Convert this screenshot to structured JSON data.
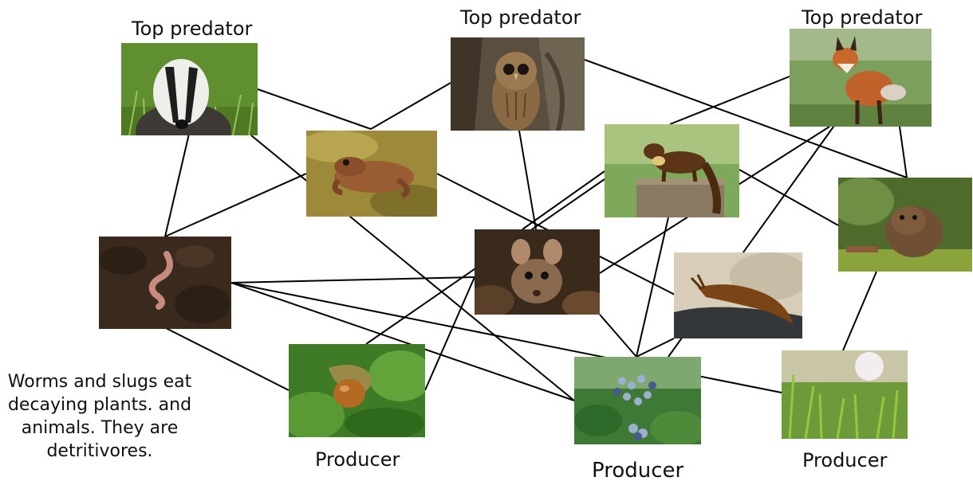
{
  "labels": {
    "badger": "Top predator",
    "owl": "Top predator",
    "fox": "Top predator",
    "hazel": "Producer",
    "blueberry": "Producer",
    "grass": "Producer"
  },
  "note": "Worms and slugs eat decaying plants. and animals. They are detritivores.",
  "organisms": [
    "badger",
    "owl",
    "fox",
    "frog",
    "marten",
    "vole",
    "worm",
    "mouse",
    "slug",
    "hazelnut",
    "blueberry",
    "grass"
  ],
  "links": [
    [
      "badger",
      "frog"
    ],
    [
      "badger",
      "worm"
    ],
    [
      "badger",
      "blueberry"
    ],
    [
      "owl",
      "frog"
    ],
    [
      "owl",
      "mouse"
    ],
    [
      "owl",
      "vole"
    ],
    [
      "fox",
      "marten"
    ],
    [
      "fox",
      "vole"
    ],
    [
      "fox",
      "mouse"
    ],
    [
      "fox",
      "blueberry"
    ],
    [
      "frog",
      "worm"
    ],
    [
      "frog",
      "slug"
    ],
    [
      "marten",
      "mouse"
    ],
    [
      "marten",
      "blueberry"
    ],
    [
      "marten",
      "vole"
    ],
    [
      "marten",
      "hazelnut"
    ],
    [
      "vole",
      "grass"
    ],
    [
      "worm",
      "mouse"
    ],
    [
      "worm",
      "hazelnut"
    ],
    [
      "worm",
      "blueberry"
    ],
    [
      "worm",
      "grass"
    ],
    [
      "mouse",
      "hazelnut"
    ],
    [
      "mouse",
      "blueberry"
    ],
    [
      "slug",
      "blueberry"
    ]
  ]
}
